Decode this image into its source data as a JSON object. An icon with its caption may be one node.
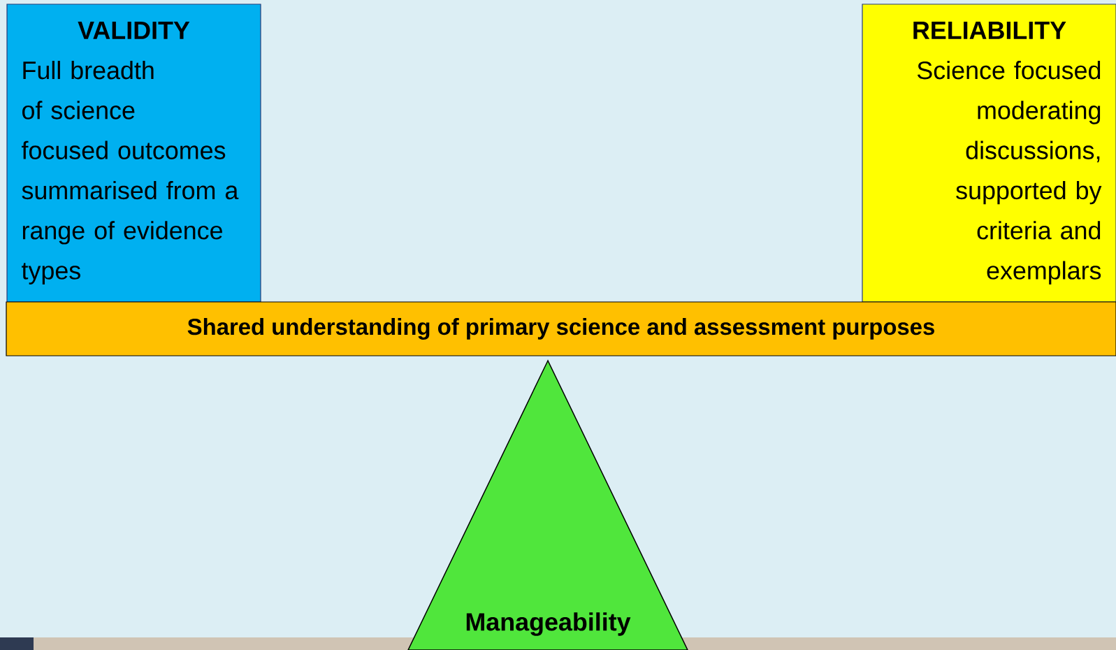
{
  "diagram": {
    "nodes": [
      {
        "text": [
          "VALIDITY",
          "Full breadth of science focused outcomes summarised from a range of evidence types"
        ]
      },
      {
        "text": [
          "RELIABILITY",
          "Science focused moderating discussions, supported by criteria and exemplars"
        ]
      },
      {
        "text": [
          "Shared understanding of primary science and assessment purposes"
        ]
      },
      {
        "text": [
          "Manageability"
        ]
      }
    ]
  }
}
